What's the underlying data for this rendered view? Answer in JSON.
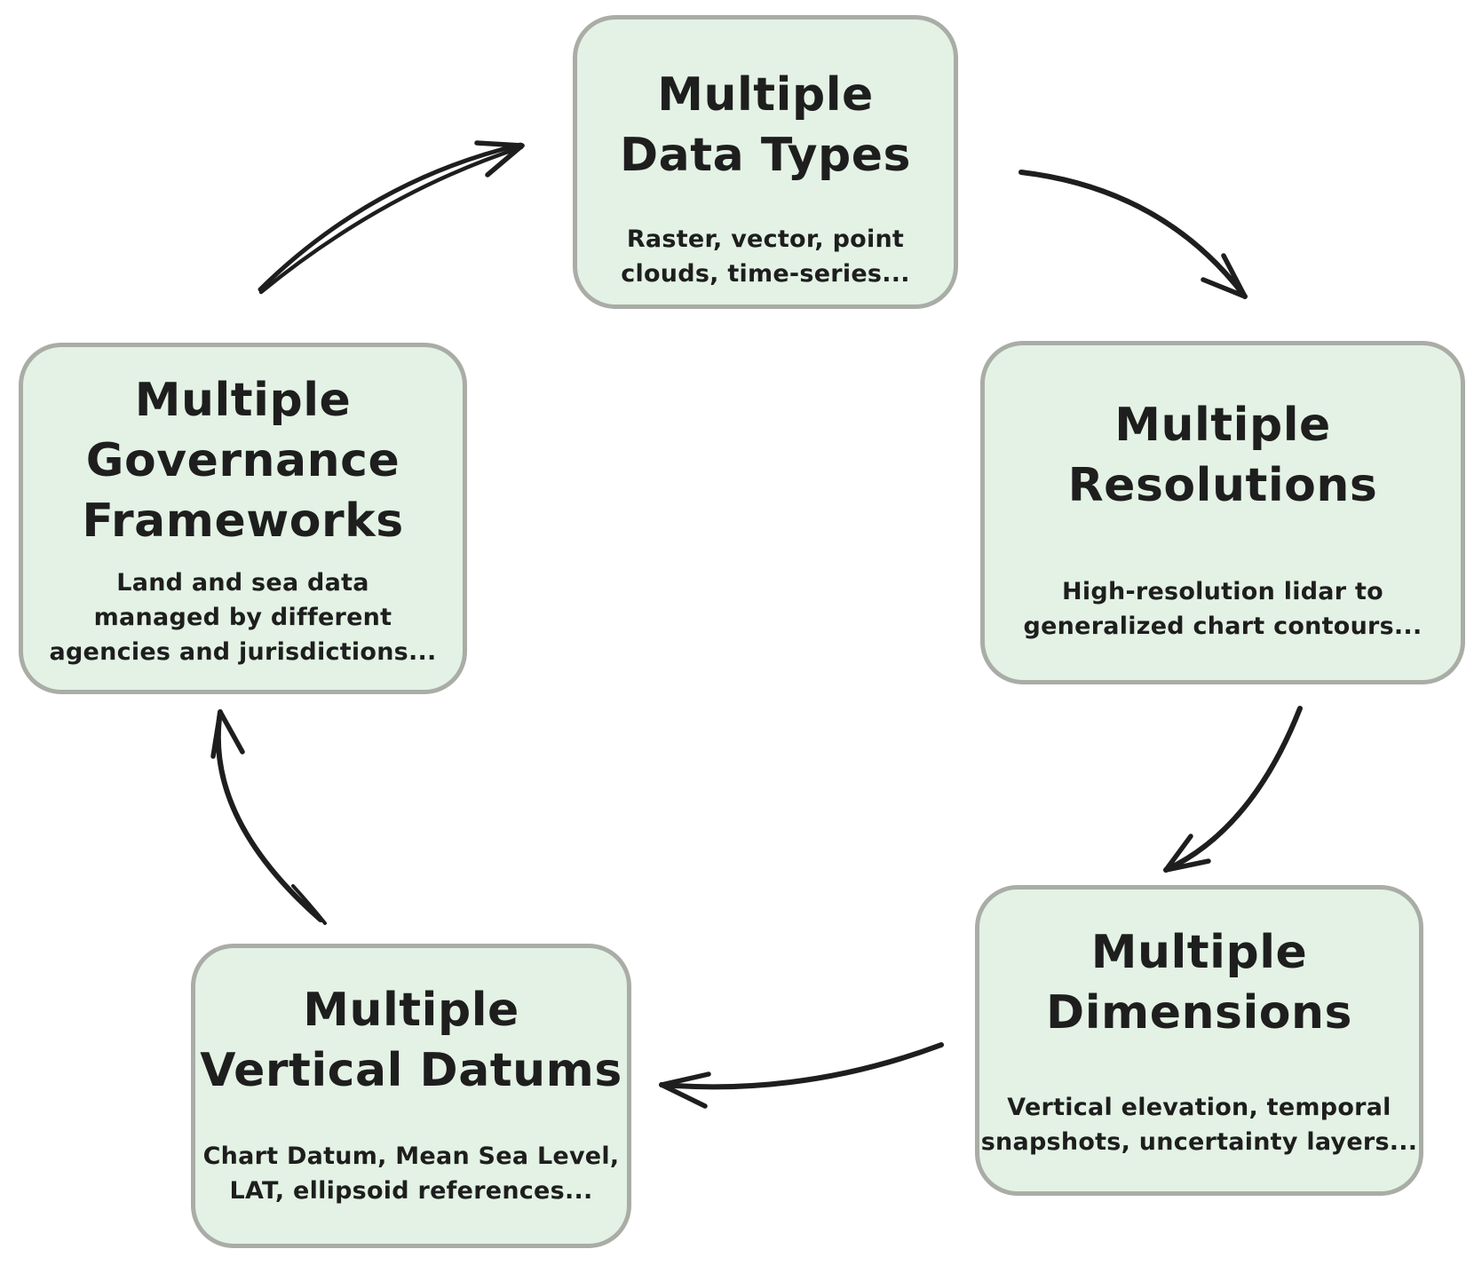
{
  "diagram_type": "cycle",
  "colors": {
    "background": "#ffffff",
    "node_fill": "#e3f2e4",
    "node_border": "#a9ada6",
    "text": "#1e1e1e",
    "arrow": "#1e1e1e"
  },
  "nodes": [
    {
      "id": "multiple-data-types",
      "title": "Multiple Data Types",
      "title_lines": [
        "Multiple",
        "Data Types"
      ],
      "description": "Raster, vector, point clouds, time-series...",
      "desc_lines": [
        "Raster, vector, point",
        "clouds, time-series..."
      ]
    },
    {
      "id": "multiple-resolutions",
      "title": "Multiple Resolutions",
      "title_lines": [
        "Multiple",
        "Resolutions"
      ],
      "description": "High-resolution lidar to generalized chart contours...",
      "desc_lines": [
        "High-resolution lidar to",
        "generalized chart contours..."
      ]
    },
    {
      "id": "multiple-dimensions",
      "title": "Multiple Dimensions",
      "title_lines": [
        "Multiple",
        "Dimensions"
      ],
      "description": "Vertical elevation, temporal snapshots, uncertainty layers...",
      "desc_lines": [
        "Vertical elevation, temporal",
        "snapshots, uncertainty layers..."
      ]
    },
    {
      "id": "multiple-vertical-datums",
      "title": "Multiple Vertical Datums",
      "title_lines": [
        "Multiple",
        "Vertical Datums"
      ],
      "description": "Chart Datum, Mean Sea Level, LAT, ellipsoid references...",
      "desc_lines": [
        "Chart Datum, Mean Sea Level,",
        "LAT, ellipsoid references..."
      ]
    },
    {
      "id": "multiple-governance-frameworks",
      "title": "Multiple Governance Frameworks",
      "title_lines": [
        "Multiple",
        "Governance",
        "Frameworks"
      ],
      "description": "Land and sea data managed by different agencies and jurisdictions...",
      "desc_lines": [
        "Land and sea data",
        "managed by different",
        "agencies and jurisdictions..."
      ]
    }
  ],
  "edges": [
    {
      "from": "multiple-data-types",
      "to": "multiple-resolutions"
    },
    {
      "from": "multiple-resolutions",
      "to": "multiple-dimensions"
    },
    {
      "from": "multiple-dimensions",
      "to": "multiple-vertical-datums"
    },
    {
      "from": "multiple-vertical-datums",
      "to": "multiple-governance-frameworks"
    },
    {
      "from": "multiple-governance-frameworks",
      "to": "multiple-data-types"
    }
  ]
}
